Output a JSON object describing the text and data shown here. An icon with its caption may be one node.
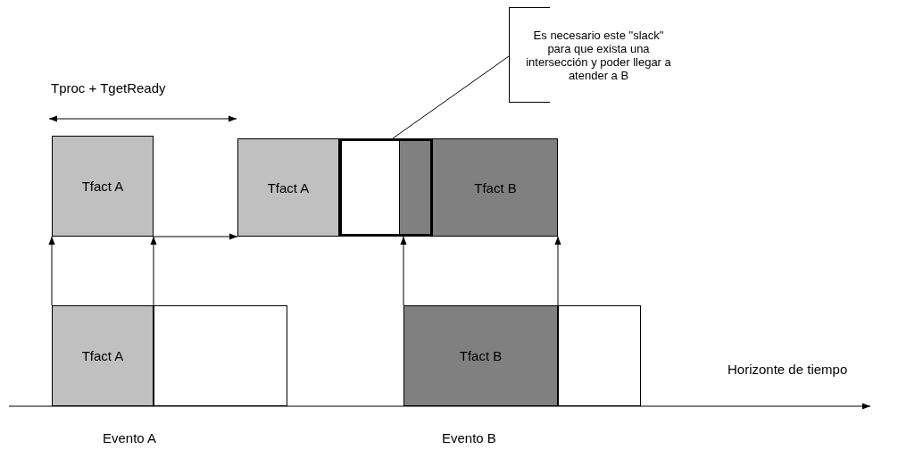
{
  "diagram": {
    "nodes": [
      {
        "text": [
          "Tfact A"
        ]
      },
      {
        "text": [
          "Tfact A"
        ]
      },
      {
        "text": [],
        "shape": "box"
      },
      {
        "text": [
          "Tfact B"
        ]
      },
      {
        "text": [
          "Tfact A"
        ]
      },
      {
        "text": [],
        "shape": "box"
      },
      {
        "text": [
          "Tfact B"
        ]
      },
      {
        "text": [],
        "shape": "box"
      },
      {
        "text": [
          "Es necesario este \"slack\" para que exista una intersección y poder llegar a atender a B"
        ]
      }
    ],
    "edges": [
      {
        "from": 4,
        "to": 0,
        "arrow": "to"
      },
      {
        "from": 4,
        "to": 0,
        "arrow": "to"
      },
      {
        "from": 0,
        "to": 1,
        "arrow": "to"
      },
      {
        "from": 6,
        "to": 3,
        "arrow": "to"
      },
      {
        "from": 6,
        "to": 3,
        "arrow": "to"
      },
      {
        "from": 8,
        "to": 2,
        "arrow": "none"
      }
    ],
    "labels": [
      "Tproc + TgetReady",
      "Horizonte de tiempo",
      "Evento A",
      "Evento B"
    ]
  }
}
